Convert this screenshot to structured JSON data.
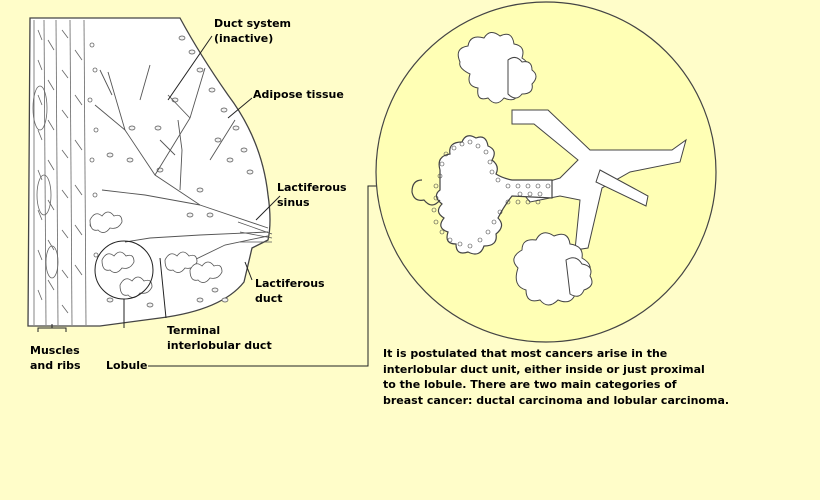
{
  "labels": {
    "duct_system": [
      "Duct system",
      "(inactive)"
    ],
    "adipose_tissue": "Adipose tissue",
    "lactiferous_sinus": [
      "Lactiferous",
      "sinus"
    ],
    "lactiferous_duct": [
      "Lactiferous",
      "duct"
    ],
    "terminal_interlobular_duct": [
      "Terminal",
      "interlobular duct"
    ],
    "muscles_and_ribs": [
      "Muscles",
      "and ribs"
    ],
    "lobule": "Lobule"
  },
  "caption": [
    "It is postulated that most cancers arise in the",
    "interlobular duct unit, either inside or just proximal",
    "to the lobule.  There are two main categories of",
    "breast cancer: ductal carcinoma and lobular carcinoma."
  ],
  "colors": {
    "background": "#fffdc9",
    "magnified_circle_fill": "#ffffb5",
    "tissue_fill": "#ffffff",
    "ink": "#444444"
  }
}
